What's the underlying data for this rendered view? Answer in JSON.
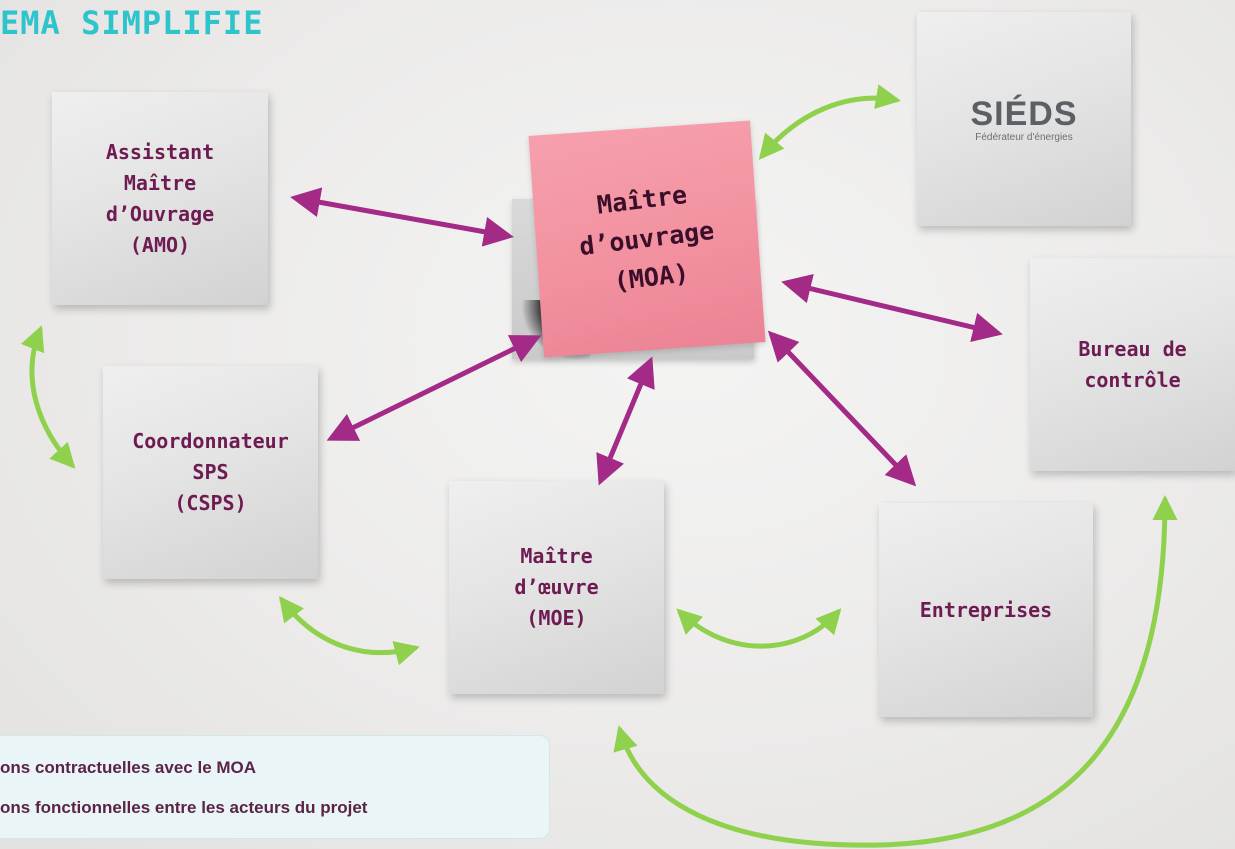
{
  "title": "EMA SIMPLIFIE",
  "colors": {
    "title": "#2ec4cc",
    "note_text": "#6e1b52",
    "moa_note": "#f2909f",
    "contract_arrow": "#a32a86",
    "functional_arrow": "#8fd04c",
    "legend_bg": "#e9f5f6"
  },
  "notes": {
    "amo": "Assistant\nMaître\nd’Ouvrage\n(AMO)",
    "moa": "Maître\nd’ouvrage\n(MOA)",
    "csps": "Coordonnateur\nSPS\n(CSPS)",
    "moe": "Maître\nd’œuvre\n(MOE)",
    "bureau": "Bureau de\ncontrôle",
    "entreprises": "Entreprises"
  },
  "logo": {
    "word": "SIÉDS",
    "tagline": "Fédérateur d'énergies"
  },
  "legend": {
    "contractual": "ons contractuelles avec le MOA",
    "functional": "ons fonctionnelles entre les acteurs du projet"
  }
}
